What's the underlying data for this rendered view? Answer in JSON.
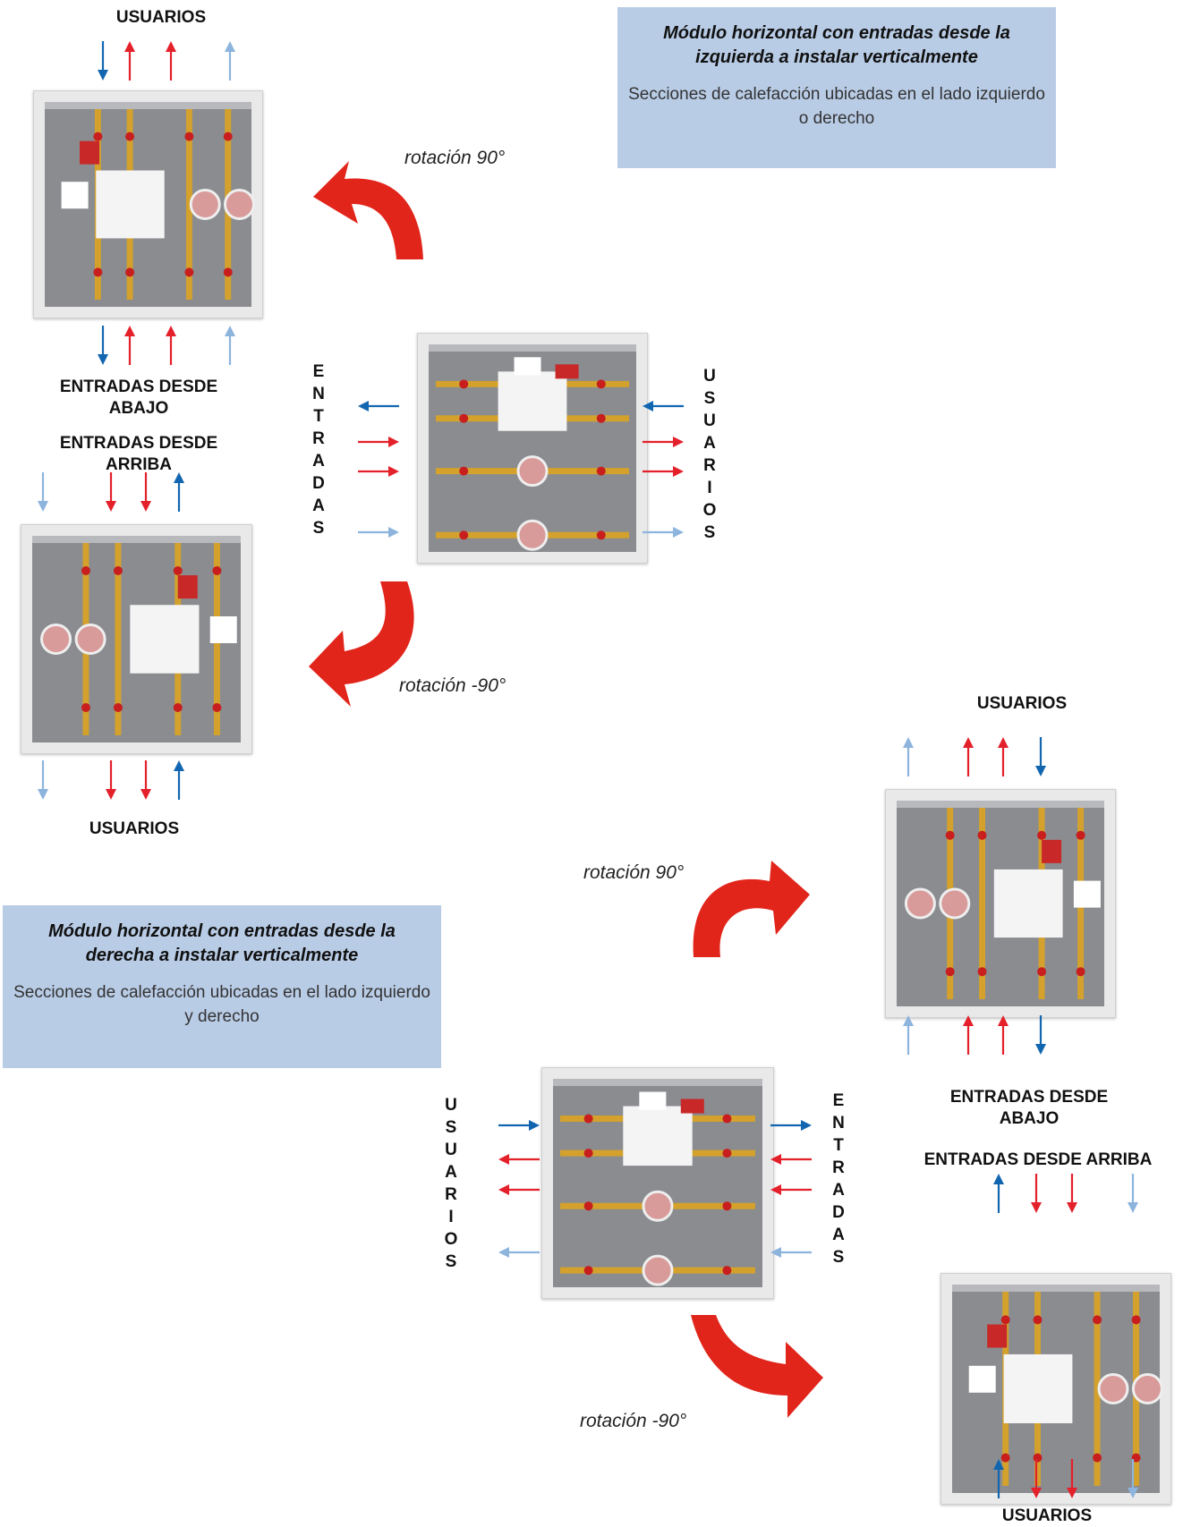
{
  "colors": {
    "dark_blue": "#1266b0",
    "red": "#e4202b",
    "light_blue": "#8cb4dd",
    "rotation_arrow": "#e1251b",
    "info_box_bg": "#b9cce6",
    "module_panel": "#8a8c90",
    "brass": "#d3a12c"
  },
  "top_group": {
    "info_box": {
      "title": "Módulo horizontal con entradas desde la izquierda a instalar verticalmente",
      "subtitle": "Secciones de calefacción ubicadas en el lado izquierdo o derecho"
    },
    "module_top": {
      "label_above": "USUARIOS",
      "label_below": "ENTRADAS DESDE ABAJO",
      "arrows_above": [
        "down-dark-blue",
        "up-red",
        "up-red",
        "up-light-blue"
      ],
      "arrows_below": [
        "down-dark-blue",
        "up-red",
        "up-red",
        "up-light-blue"
      ]
    },
    "rotation_top": "rotación 90°",
    "module_center": {
      "left_vertical_label": "ENTRADAS",
      "right_vertical_label": "USUARIOS",
      "arrows_left": [
        "left-dark-blue",
        "right-red",
        "right-red",
        "right-light-blue"
      ],
      "arrows_right": [
        "left-dark-blue",
        "right-red",
        "right-red",
        "right-light-blue"
      ]
    },
    "rotation_bottom": "rotación -90°",
    "module_bottom": {
      "label_above": "ENTRADAS DESDE ARRIBA",
      "label_below": "USUARIOS",
      "arrows_above": [
        "down-light-blue",
        "down-red",
        "down-red",
        "up-dark-blue"
      ],
      "arrows_below": [
        "down-light-blue",
        "down-red",
        "down-red",
        "up-dark-blue"
      ]
    }
  },
  "bottom_group": {
    "info_box": {
      "title": "Módulo horizontal con entradas desde la derecha a instalar verticalmente",
      "subtitle": "Secciones de calefacción ubicadas en el lado izquierdo y derecho"
    },
    "module_top": {
      "label_above": "USUARIOS",
      "label_below": "ENTRADAS DESDE ABAJO",
      "arrows_above": [
        "up-light-blue",
        "up-red",
        "up-red",
        "down-dark-blue"
      ],
      "arrows_below": [
        "up-light-blue",
        "up-red",
        "up-red",
        "down-dark-blue"
      ]
    },
    "rotation_top": "rotación 90°",
    "module_center": {
      "left_vertical_label": "USUARIOS",
      "right_vertical_label": "ENTRADAS",
      "arrows_left": [
        "right-dark-blue",
        "left-red",
        "left-red",
        "left-light-blue"
      ],
      "arrows_right": [
        "right-dark-blue",
        "left-red",
        "left-red",
        "left-light-blue"
      ]
    },
    "rotation_bottom": "rotación -90°",
    "module_bottom": {
      "label_above": "ENTRADAS DESDE ARRIBA",
      "label_below": "USUARIOS",
      "arrows_above": [
        "up-dark-blue",
        "down-red",
        "down-red",
        "down-light-blue"
      ],
      "arrows_below": [
        "up-dark-blue",
        "down-red",
        "down-red",
        "down-light-blue"
      ]
    }
  }
}
